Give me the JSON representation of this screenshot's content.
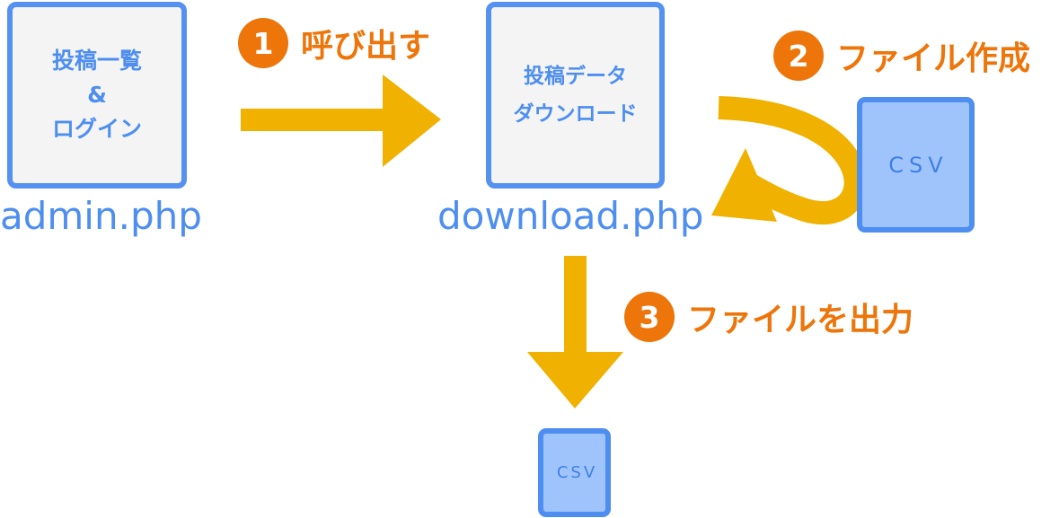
{
  "boxes": {
    "admin": {
      "line1": "投稿一覧",
      "line2": "&",
      "line3": "ログイン"
    },
    "download": {
      "line1": "投稿データ",
      "line2": "ダウンロード"
    }
  },
  "files": {
    "admin_php": "admin.php",
    "download_php": "download.php"
  },
  "csv": {
    "right": "CSV",
    "bottom": "CSV"
  },
  "steps": [
    {
      "num": "1",
      "label": "呼び出す"
    },
    {
      "num": "2",
      "label": "ファイル作成"
    },
    {
      "num": "3",
      "label": "ファイルを出力"
    }
  ],
  "colors": {
    "box_border": "#5591f1",
    "box_fill": "#f4f4f4",
    "file_fill": "#9fc4fb",
    "arrow": "#f0b100",
    "step_badge": "#ed7509",
    "step_text": "#ed7509",
    "php_text": "#4d8ef0"
  },
  "icons": {
    "arrow_right": "arrow-right-icon",
    "arrow_down": "arrow-down-icon",
    "arrow_curved": "curved-arrow-icon"
  }
}
